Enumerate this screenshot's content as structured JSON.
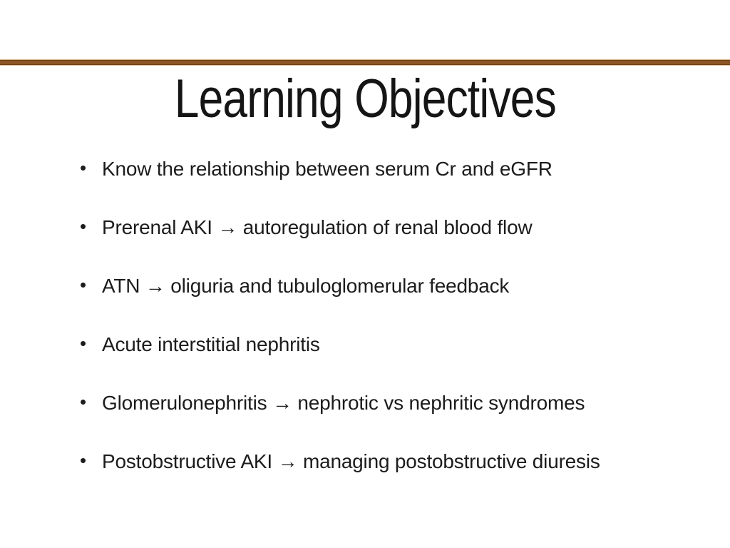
{
  "slide": {
    "title": "Learning Objectives",
    "accent_rule_color": "#8a5526",
    "text_color": "#1c1c1c",
    "bullet_char": "•",
    "bullets": [
      {
        "text": "Know the relationship between serum Cr and eGFR"
      },
      {
        "text": "Prerenal AKI → autoregulation of renal blood flow"
      },
      {
        "text": "ATN → oliguria and tubuloglomerular feedback"
      },
      {
        "text": "Acute interstitial nephritis"
      },
      {
        "text": "Glomerulonephritis → nephrotic vs nephritic syndromes"
      },
      {
        "text": "Postobstructive AKI → managing postobstructive diuresis"
      }
    ]
  }
}
